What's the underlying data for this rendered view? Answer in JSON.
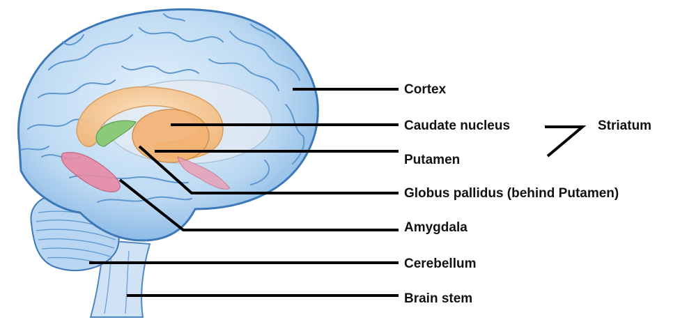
{
  "labels": {
    "cortex": "Cortex",
    "caudate_nucleus": "Caudate nucleus",
    "striatum": "Striatum",
    "putamen": "Putamen",
    "globus_pallidus": "Globus pallidus (behind Putamen)",
    "amygdala": "Amygdala",
    "cerebellum": "Cerebellum",
    "brain_stem": "Brain stem"
  },
  "colors": {
    "brain_fill": "#bcd9f2",
    "brain_outline": "#3d78b8",
    "gyri_lines": "#5f97d0",
    "caudate": "#f5c48e",
    "putamen": "#f0a867",
    "globus_pallidus": "#8cc97a",
    "amygdala": "#e88aa6",
    "leader_line": "#000000"
  }
}
